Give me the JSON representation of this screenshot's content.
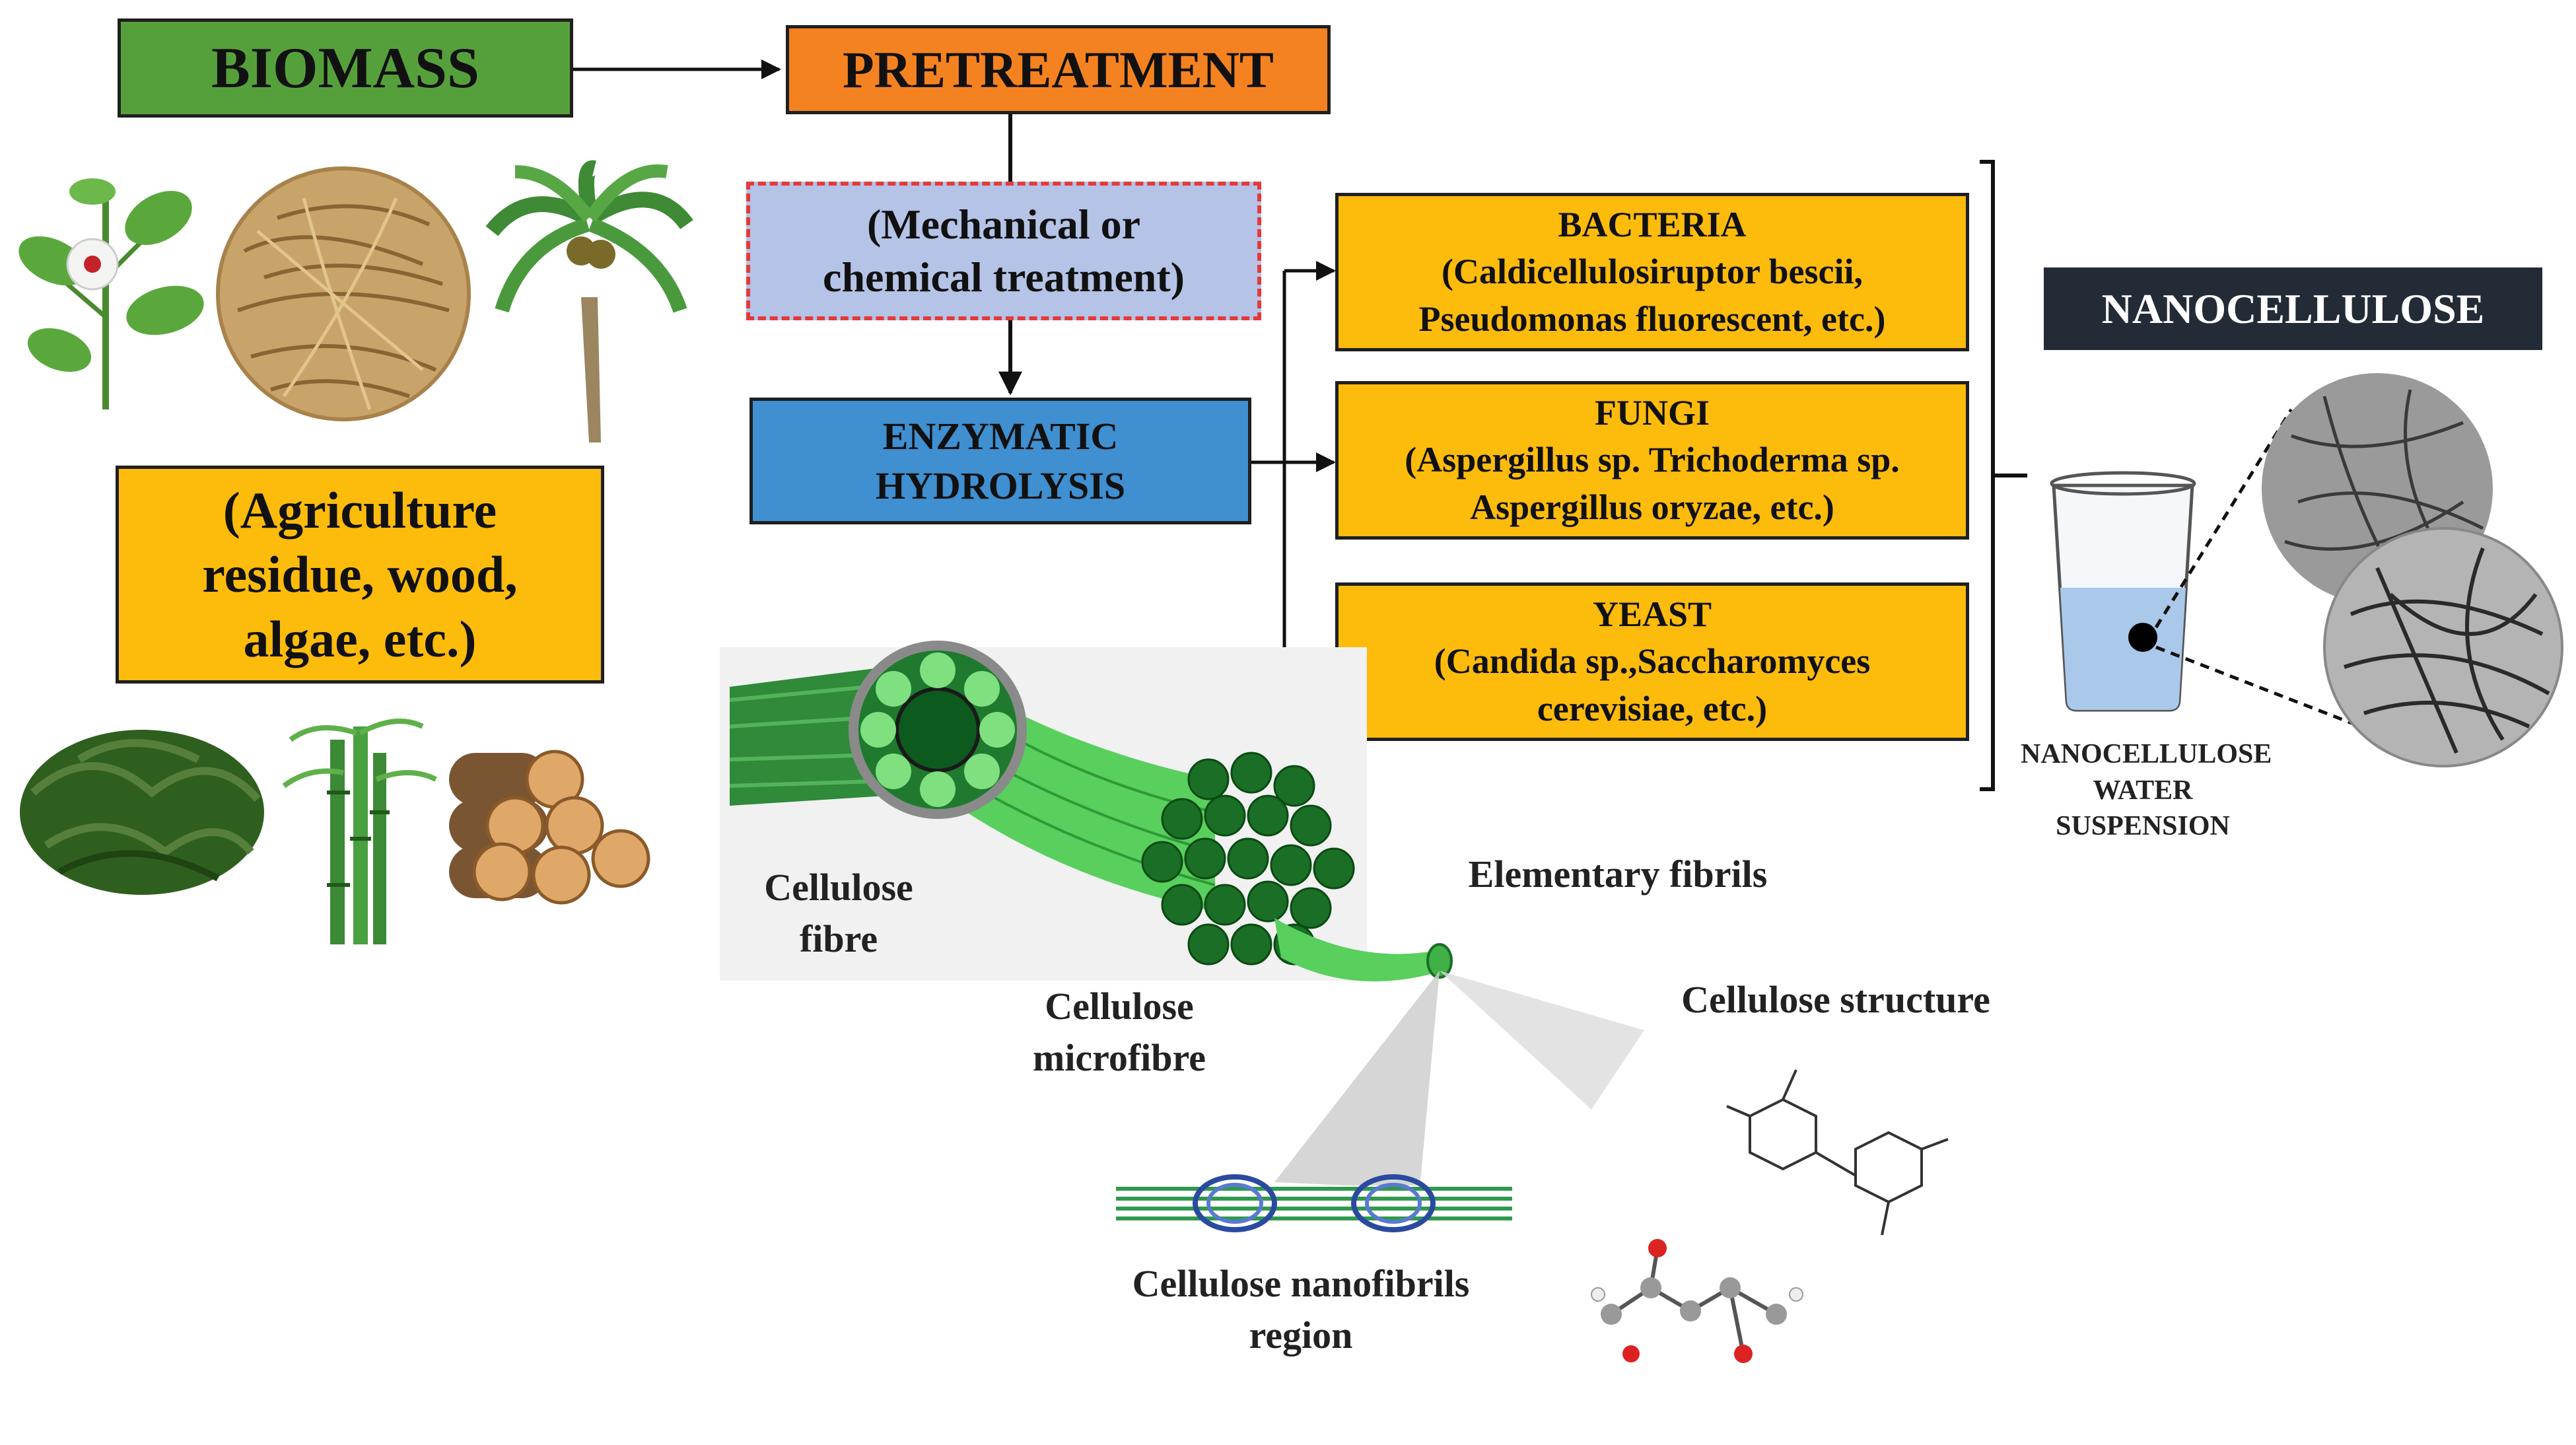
{
  "header": {
    "biomass": "BIOMASS",
    "pretreatment": "PRETREATMENT",
    "nanocellulose": "NANOCELLULOSE"
  },
  "pretreatment_detail": {
    "line1": "(Mechanical or",
    "line2": "chemical treatment)"
  },
  "hydrolysis": {
    "line1": "ENZYMATIC",
    "line2": "HYDROLYSIS"
  },
  "biomass_sources": {
    "line1": "(Agriculture",
    "line2": "residue, wood,",
    "line3": "algae, etc.)"
  },
  "organisms": [
    {
      "title": "BACTERIA",
      "line1": "(Caldicellulosiruptor bescii,",
      "line2": "Pseudomonas fluorescent, etc.)"
    },
    {
      "title": "FUNGI",
      "line1": "(Aspergillus sp. Trichoderma sp.",
      "line2": "Aspergillus oryzae, etc.)"
    },
    {
      "title": "YEAST",
      "line1": "(Candida sp.,Saccharomyces",
      "line2": "cerevisiae, etc.)"
    }
  ],
  "suspension": {
    "line1": "NANOCELLULOSE",
    "line2": "WATER",
    "line3": "SUSPENSION"
  },
  "fibre_labels": {
    "fibre_1": "Cellulose",
    "fibre_2": "fibre",
    "micro_1": "Cellulose",
    "micro_2": "microfibre",
    "elementary": "Elementary fibrils",
    "structure": "Cellulose structure",
    "nano_1": "Cellulose nanofibrils",
    "nano_2": "region"
  },
  "colors": {
    "biomass_green": "#56a03c",
    "pretreatment_orange": "#f58220",
    "dashed_box_fill": "#b4c3e6",
    "dashed_border": "#e53a3a",
    "hydrolysis_blue": "#3f8fd1",
    "organism_yellow": "#fdbb0b",
    "nano_dark": "#232b36",
    "fibre_green": "#3fc24a"
  }
}
